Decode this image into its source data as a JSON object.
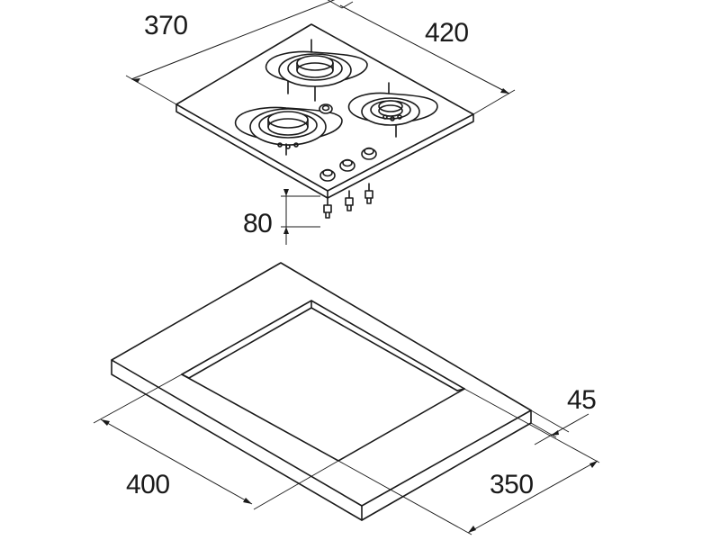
{
  "diagram": {
    "dimensions": {
      "hob_depth": "370",
      "hob_width": "420",
      "hob_height": "80",
      "cutout_width": "400",
      "cutout_depth": "350",
      "worktop_min_thickness": "45"
    },
    "components": {
      "burner_count": 3,
      "control_knob_count": 3
    }
  }
}
